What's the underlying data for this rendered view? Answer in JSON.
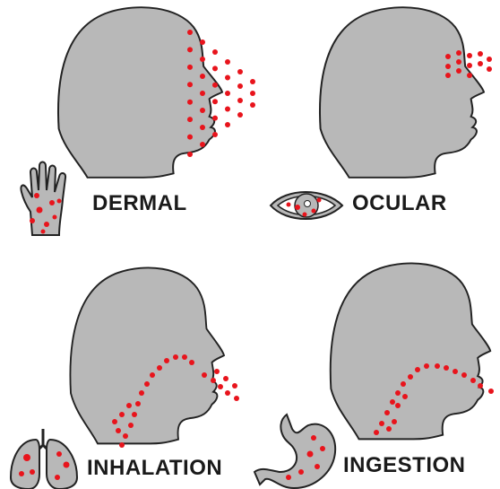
{
  "colors": {
    "head_fill": "#b8b8b8",
    "outline": "#222222",
    "particle": "#e8141c",
    "background": "#ffffff"
  },
  "panels": [
    {
      "id": "dermal",
      "label": "DERMAL",
      "icon": "hand-icon"
    },
    {
      "id": "ocular",
      "label": "OCULAR",
      "icon": "eye-icon"
    },
    {
      "id": "inhalation",
      "label": "INHALATION",
      "icon": "lungs-icon"
    },
    {
      "id": "ingestion",
      "label": "INGESTION",
      "icon": "stomach-icon"
    }
  ]
}
